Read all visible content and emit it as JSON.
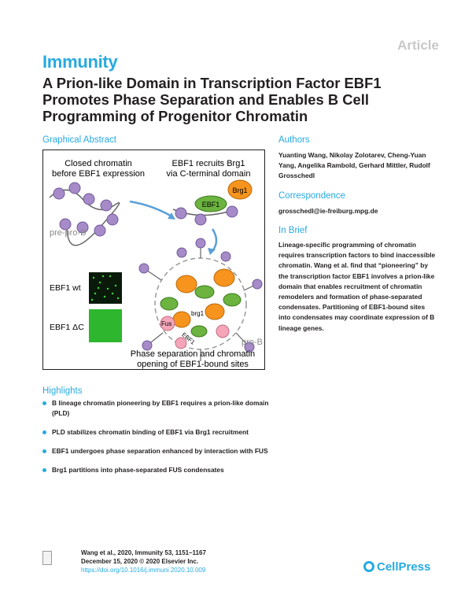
{
  "header": {
    "article_tag": "Article",
    "journal": "Immunity",
    "title": "A Prion-like Domain in Transcription Factor EBF1 Promotes Phase Separation and Enables B Cell Programming of Progenitor Chromatin"
  },
  "graphical_abstract": {
    "heading": "Graphical Abstract",
    "label_closed_1": "Closed chromatin",
    "label_closed_2": "before EBF1 expression",
    "label_recruits_1": "EBF1 recruits Brg1",
    "label_recruits_2": "via C-terminal domain",
    "label_prepro": "pre-pro-B",
    "label_brg1": "Brg1",
    "label_ebf1": "EBF1",
    "label_ebf1_wt": "EBF1 wt",
    "label_ebf1_dc": "EBF1 ΔC",
    "label_fus": "Fus",
    "label_brg1_inner": "brg1",
    "label_ebf1_inner": "EBF1",
    "label_prob": "pro-B",
    "label_phase_1": "Phase separation and chromatin",
    "label_phase_2": "opening of EBF1-bound sites",
    "colors": {
      "brg1": "#f7941d",
      "ebf1": "#6cb33f",
      "fus": "#f4a6b8",
      "nucleosome": "#a78bc8",
      "arrow": "#5aa0d8"
    }
  },
  "authors": {
    "heading": "Authors",
    "text": "Yuanting Wang, Nikolay Zolotarev, Cheng-Yuan Yang, Angelika Rambold, Gerhard Mittler, Rudolf Grosschedl"
  },
  "correspondence": {
    "heading": "Correspondence",
    "email": "grosschedl@ie-freiburg.mpg.de"
  },
  "in_brief": {
    "heading": "In Brief",
    "text": "Lineage-specific programming of chromatin requires transcription factors to bind inaccessible chromatin. Wang et al. find that “pioneering” by the transcription factor EBF1 involves a prion-like domain that enables recruitment of chromatin remodelers and formation of phase-separated condensates. Partitioning of EBF1-bound sites into condensates may coordinate expression of B lineage genes."
  },
  "highlights": {
    "heading": "Highlights",
    "items": [
      "B lineage chromatin pioneering by EBF1 requires a prion-like domain (PLD)",
      "PLD stabilizes chromatin binding of EBF1 via Brg1 recruitment",
      "EBF1 undergoes phase separation enhanced by interaction with FUS",
      "Brg1 partitions into phase-separated FUS condensates"
    ]
  },
  "footer": {
    "citation_1": "Wang et al., 2020, Immunity 53, 1151–1167",
    "citation_2": "December 15, 2020 © 2020 Elsevier Inc.",
    "doi": "https://doi.org/10.1016/j.immuni.2020.10.009",
    "publisher": "CellPress"
  }
}
